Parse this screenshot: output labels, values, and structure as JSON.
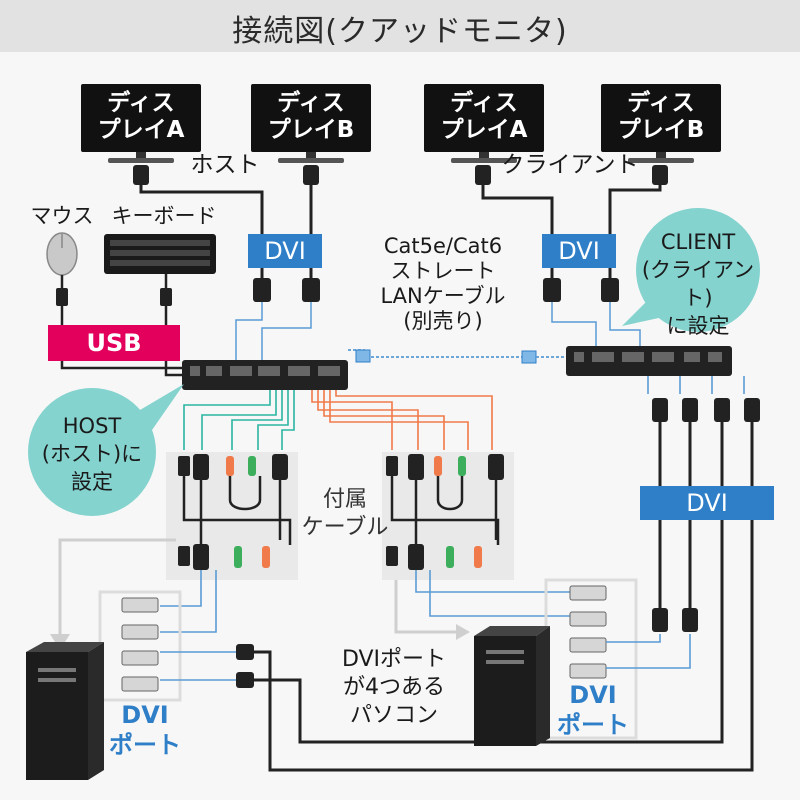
{
  "title": "接続図(クアッドモニタ)",
  "host_side": {
    "monitor_a": "ディス\nプレイA",
    "monitor_b": "ディス\nプレイB",
    "label": "ホスト",
    "dvi": "DVI",
    "mouse": "マウス",
    "keyboard": "キーボード",
    "usb": "USB",
    "host_setting": "HOST\n(ホスト)に\n設定"
  },
  "client_side": {
    "monitor_a": "ディス\nプレイA",
    "monitor_b": "ディス\nプレイB",
    "label": "クライアント",
    "dvi": "DVI",
    "client_setting": "CLIENT\n(クライアント)\nに設定",
    "dvi_bundle": "DVI"
  },
  "lan_cable": "Cat5e/Cat6\nストレート\nLANケーブル\n(別売り)",
  "included_cable": "付属\nケーブル",
  "pc_note": "DVIポート\nが4つある\nパソコン",
  "dvi_port_left": "DVI\nポート",
  "dvi_port_right": "DVI\nポート",
  "colors": {
    "dvi_blue": "#2f7fc8",
    "usb_pink": "#e2005c",
    "bubble_teal": "#84d3cf",
    "cable_blue": "#5a9bd5",
    "cable_orange": "#f07a4a",
    "cable_teal": "#2bb5a2"
  }
}
